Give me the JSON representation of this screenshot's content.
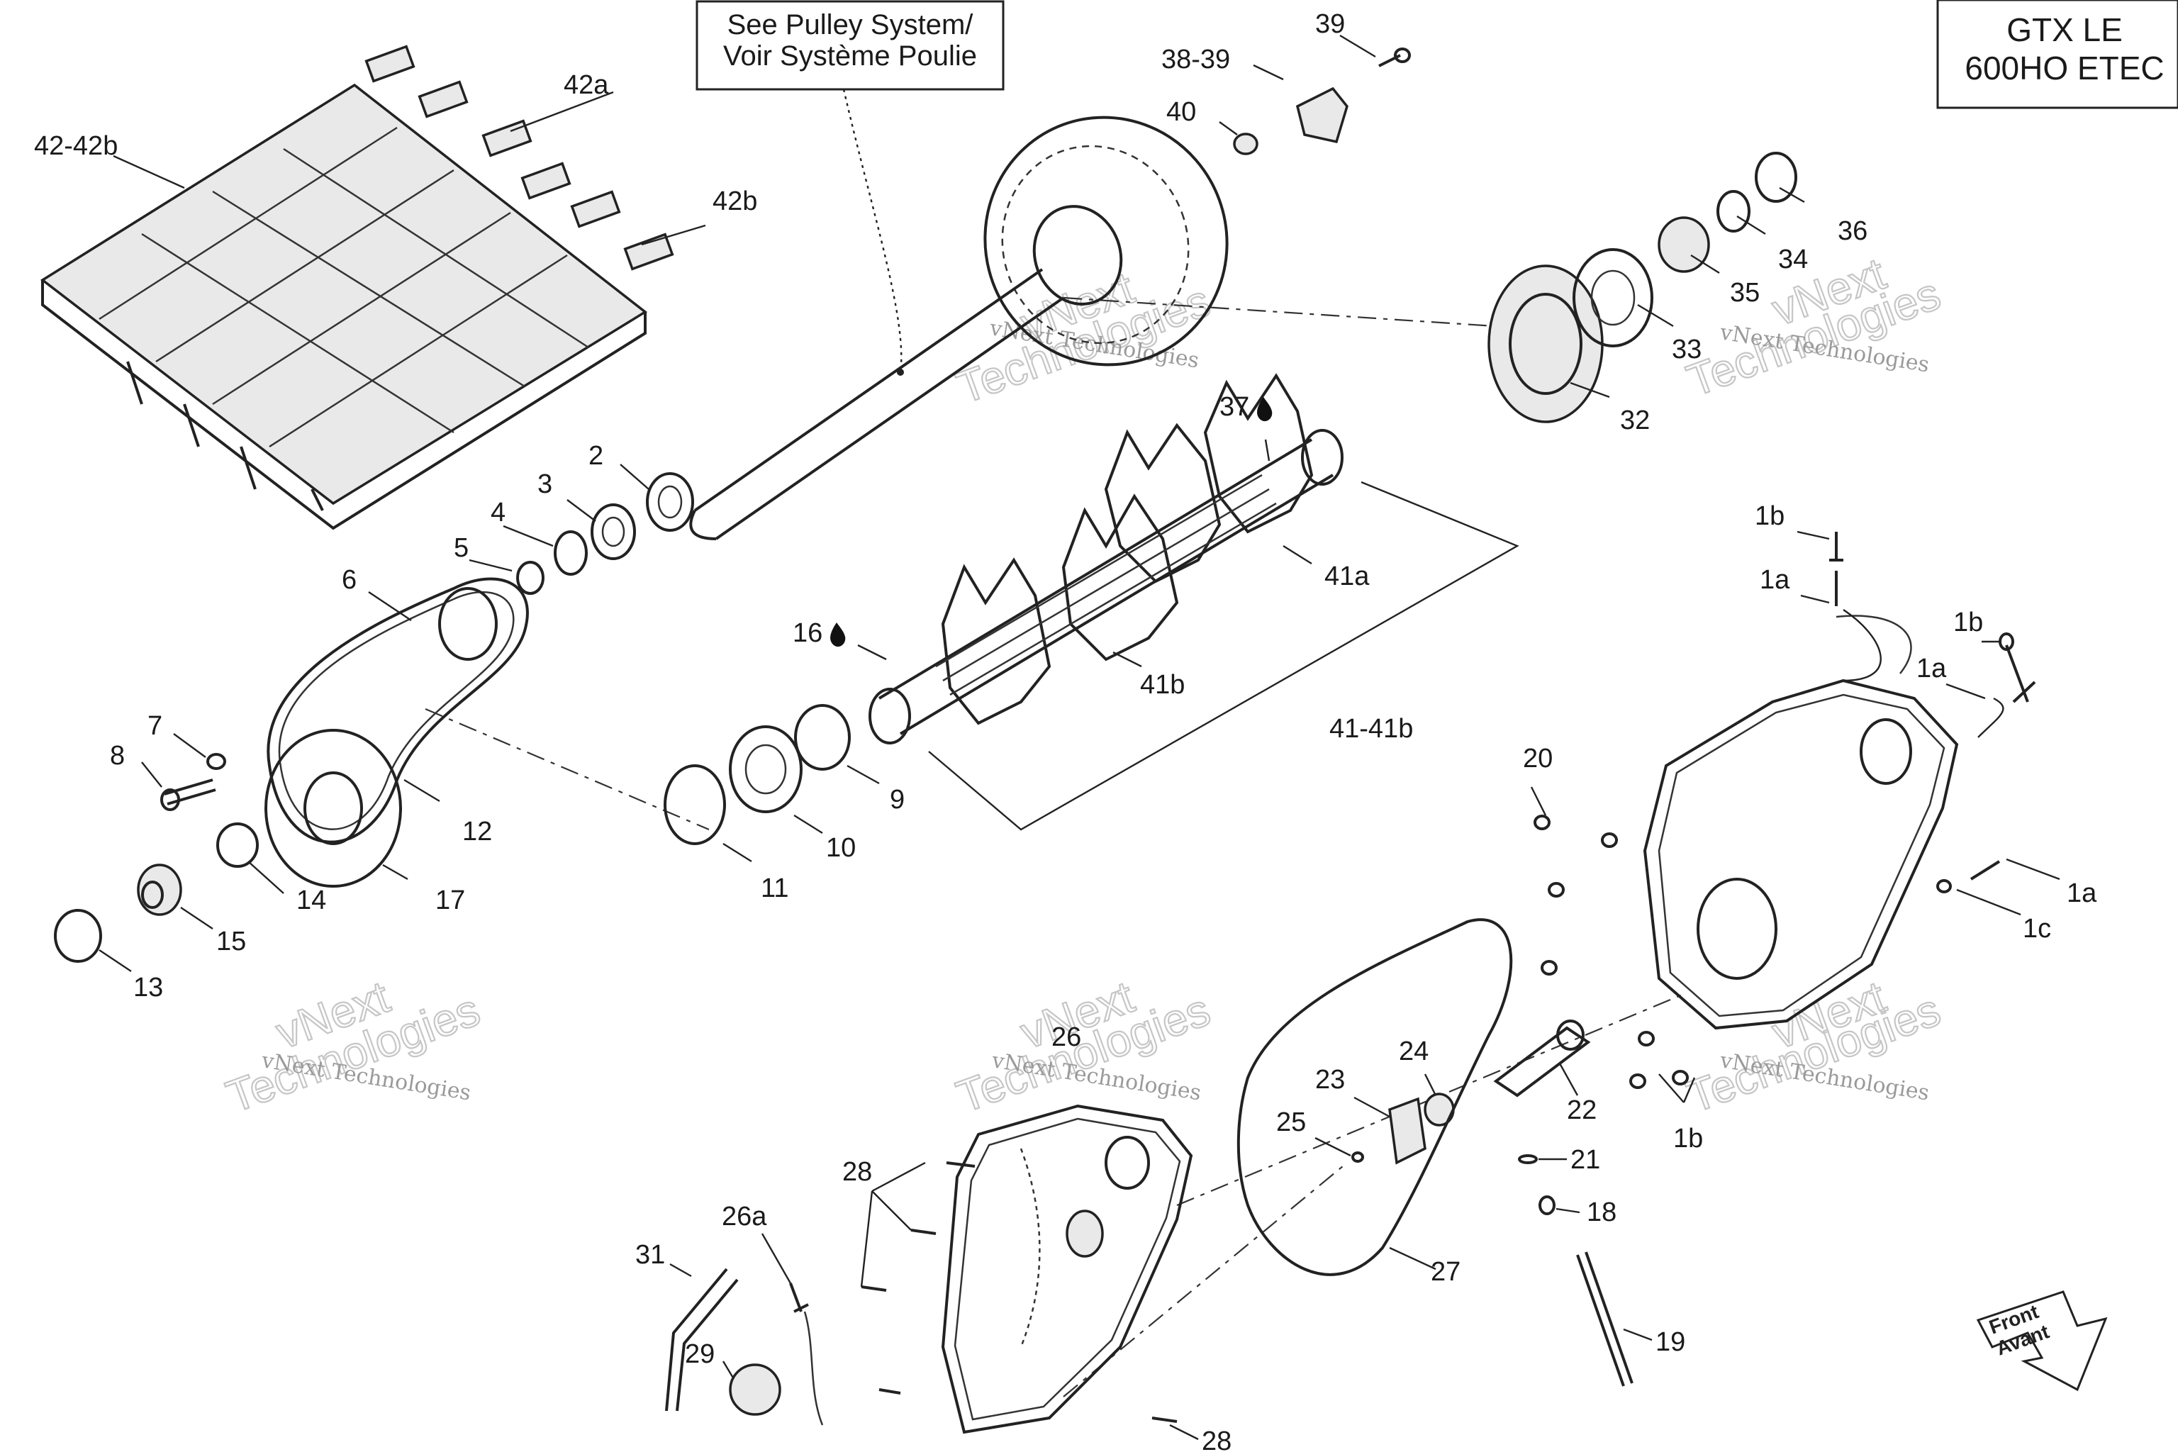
{
  "header": {
    "model_line1": "GTX LE",
    "model_line2": "600HO ETEC"
  },
  "callout": {
    "line1": "See Pulley System/",
    "line2": "Voir Système Poulie"
  },
  "front_arrow": {
    "line1": "Front",
    "line2": "Avant"
  },
  "watermark": {
    "text": "vNext Technologies",
    "big1": "vNext",
    "big2": "Technologies"
  },
  "labels": {
    "p39": "39",
    "p38_39": "38-39",
    "p40": "40",
    "p42a": "42a",
    "p42_42b": "42-42b",
    "p42b": "42b",
    "p36": "36",
    "p34": "34",
    "p35": "35",
    "p33": "33",
    "p32": "32",
    "p37": "37",
    "p2": "2",
    "p3": "3",
    "p4": "4",
    "p5": "5",
    "p6": "6",
    "p41a": "41a",
    "p16": "16",
    "p41b": "41b",
    "p41_41b": "41-41b",
    "p7": "7",
    "p8": "8",
    "p12": "12",
    "p14": "14",
    "p17": "17",
    "p15": "15",
    "p13": "13",
    "p9": "9",
    "p10": "10",
    "p11": "11",
    "p1b_top": "1b",
    "p1a_top": "1a",
    "p1b_right": "1b",
    "p1a_right": "1a",
    "p20": "20",
    "p1a_mid": "1a",
    "p1c": "1c",
    "p26": "26",
    "p24": "24",
    "p23": "23",
    "p22": "22",
    "p25": "25",
    "p21": "21",
    "p1b_bottom": "1b",
    "p18": "18",
    "p28_top": "28",
    "p26a": "26a",
    "p31": "31",
    "p27": "27",
    "p29": "29",
    "p19": "19",
    "p28_bottom": "28"
  },
  "colors": {
    "ink": "#222222",
    "watermark": "#9a9a9a",
    "background": "#ffffff"
  }
}
